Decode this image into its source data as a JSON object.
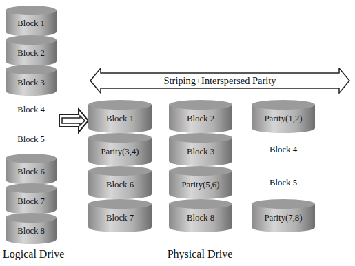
{
  "diagram": {
    "nodes": [
      {
        "text": [
          "Block 1"
        ]
      },
      {
        "text": [
          "Block 2"
        ]
      },
      {
        "text": [
          "Block 3"
        ]
      },
      {
        "text": [
          "Block 4"
        ]
      },
      {
        "text": [
          "Block 5"
        ]
      },
      {
        "text": [
          "Block 6"
        ]
      },
      {
        "text": [
          "Block 7"
        ]
      },
      {
        "text": [
          "Block 8"
        ]
      },
      {
        "text": [
          "Striping+Interspersed Parity"
        ]
      },
      {
        "text": [
          "Block 1"
        ]
      },
      {
        "text": [
          "Block 2"
        ]
      },
      {
        "text": [
          "Parity(1,2)"
        ]
      },
      {
        "text": [
          "Parity(3,4)"
        ]
      },
      {
        "text": [
          "Block 3"
        ]
      },
      {
        "text": [
          "Block 4"
        ]
      },
      {
        "text": [
          "Block 6"
        ]
      },
      {
        "text": [
          "Parity(5,6)"
        ]
      },
      {
        "text": [
          "Block 5"
        ]
      },
      {
        "text": [
          "Block 7"
        ]
      },
      {
        "text": [
          "Block 8"
        ]
      },
      {
        "text": [
          "Parity(7,8)"
        ]
      }
    ],
    "labels": [
      "Logical Drive",
      "Physical Drive"
    ]
  }
}
